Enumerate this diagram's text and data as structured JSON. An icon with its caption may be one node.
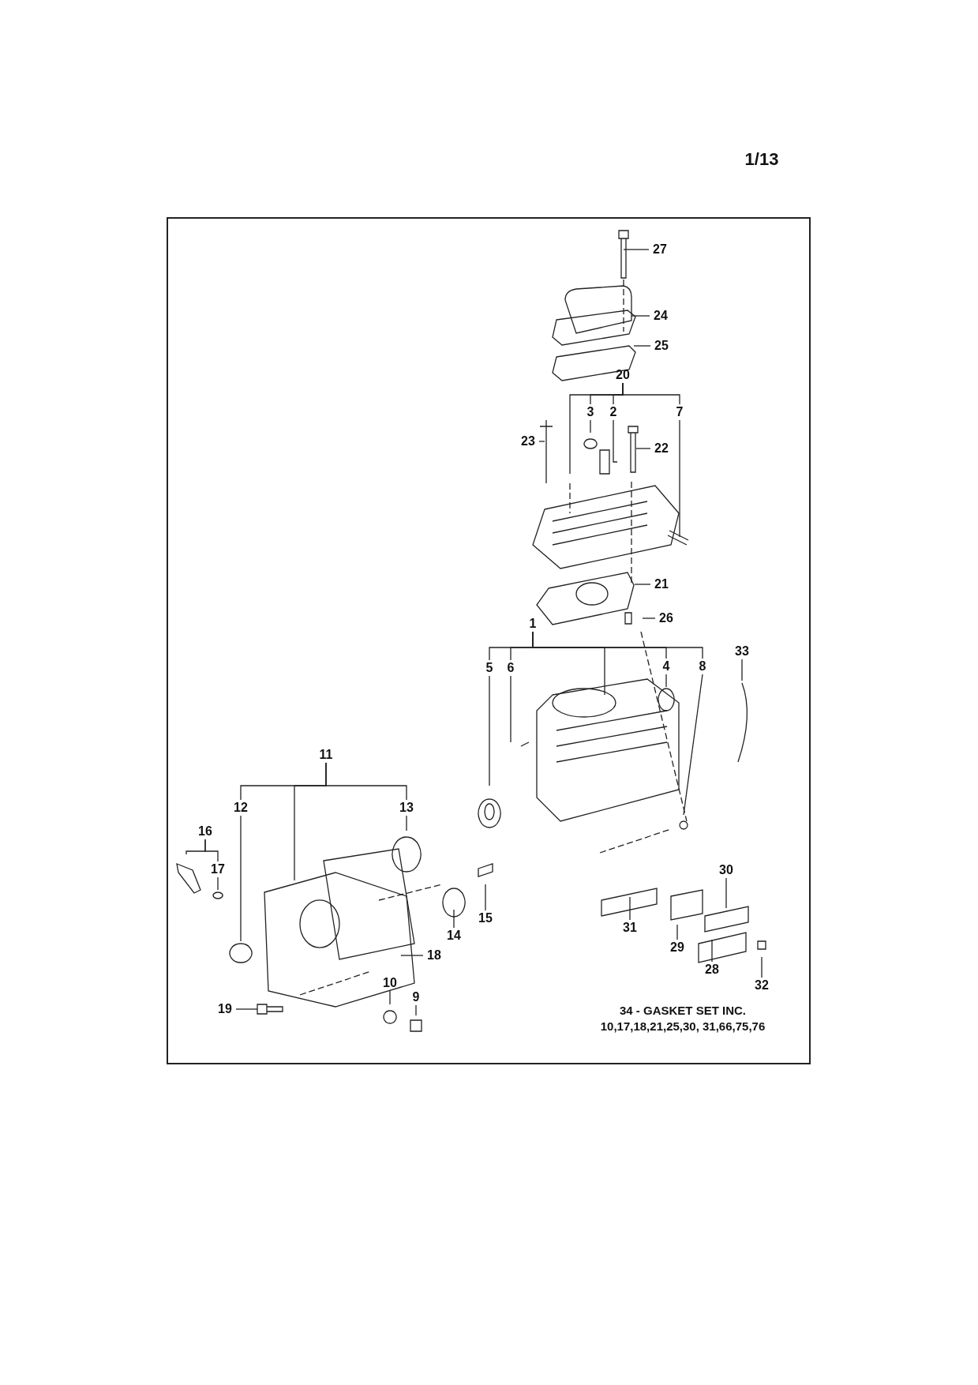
{
  "diagram": {
    "nodes": [
      {
        "text": [
          "27"
        ]
      },
      {
        "text": [
          "24"
        ]
      },
      {
        "text": [
          "25"
        ]
      },
      {
        "text": [
          "20"
        ]
      },
      {
        "text": [
          "3"
        ]
      },
      {
        "text": [
          "2"
        ]
      },
      {
        "text": [
          "7"
        ]
      },
      {
        "text": [
          "23"
        ]
      },
      {
        "text": [
          "22"
        ]
      },
      {
        "text": [
          "21"
        ]
      },
      {
        "text": [
          "26"
        ]
      },
      {
        "text": [
          "1"
        ]
      },
      {
        "text": [
          "5"
        ]
      },
      {
        "text": [
          "6"
        ]
      },
      {
        "text": [
          "4"
        ]
      },
      {
        "text": [
          "8"
        ]
      },
      {
        "text": [
          "33"
        ]
      },
      {
        "text": [
          "11"
        ]
      },
      {
        "text": [
          "12"
        ]
      },
      {
        "text": [
          "13"
        ]
      },
      {
        "text": [
          "16"
        ]
      },
      {
        "text": [
          "17"
        ]
      },
      {
        "text": [
          "15"
        ]
      },
      {
        "text": [
          "14"
        ]
      },
      {
        "text": [
          "18"
        ]
      },
      {
        "text": [
          "10"
        ]
      },
      {
        "text": [
          "9"
        ]
      },
      {
        "text": [
          "19"
        ]
      },
      {
        "text": [
          "30"
        ]
      },
      {
        "text": [
          "31"
        ]
      },
      {
        "text": [
          "29"
        ]
      },
      {
        "text": [
          "28"
        ]
      },
      {
        "text": [
          "32"
        ]
      }
    ],
    "edges": [
      {
        "from": 0,
        "to": null,
        "arrow": "none"
      },
      {
        "from": 1,
        "to": null,
        "arrow": "none"
      },
      {
        "from": 2,
        "to": null,
        "arrow": "none"
      },
      {
        "from": 3,
        "to": 4,
        "arrow": "none"
      },
      {
        "from": 3,
        "to": 5,
        "arrow": "none"
      },
      {
        "from": 3,
        "to": 6,
        "arrow": "none"
      },
      {
        "from": 3,
        "to": null,
        "arrow": "none"
      },
      {
        "from": 4,
        "to": null,
        "arrow": "none"
      },
      {
        "from": 5,
        "to": null,
        "arrow": "none"
      },
      {
        "from": 6,
        "to": null,
        "arrow": "none"
      },
      {
        "from": 7,
        "to": null,
        "arrow": "none"
      },
      {
        "from": 8,
        "to": null,
        "arrow": "none"
      },
      {
        "from": 9,
        "to": null,
        "arrow": "none"
      },
      {
        "from": 10,
        "to": null,
        "arrow": "none"
      },
      {
        "from": 11,
        "to": 12,
        "arrow": "none"
      },
      {
        "from": 11,
        "to": 13,
        "arrow": "none"
      },
      {
        "from": 11,
        "to": 14,
        "arrow": "none"
      },
      {
        "from": 11,
        "to": 15,
        "arrow": "none"
      },
      {
        "from": 11,
        "to": null,
        "arrow": "none"
      },
      {
        "from": 12,
        "to": null,
        "arrow": "none"
      },
      {
        "from": 13,
        "to": null,
        "arrow": "none"
      },
      {
        "from": 14,
        "to": null,
        "arrow": "none"
      },
      {
        "from": 15,
        "to": null,
        "arrow": "none"
      },
      {
        "from": 16,
        "to": null,
        "arrow": "none"
      },
      {
        "from": 17,
        "to": 18,
        "arrow": "none"
      },
      {
        "from": 17,
        "to": 19,
        "arrow": "none"
      },
      {
        "from": 17,
        "to": null,
        "arrow": "none"
      },
      {
        "from": 18,
        "to": null,
        "arrow": "none"
      },
      {
        "from": 19,
        "to": null,
        "arrow": "none"
      },
      {
        "from": 20,
        "to": 21,
        "arrow": "none"
      },
      {
        "from": 20,
        "to": null,
        "arrow": "none"
      },
      {
        "from": 21,
        "to": null,
        "arrow": "none"
      },
      {
        "from": 22,
        "to": null,
        "arrow": "none"
      },
      {
        "from": 23,
        "to": null,
        "arrow": "none"
      },
      {
        "from": 24,
        "to": null,
        "arrow": "none"
      },
      {
        "from": 25,
        "to": null,
        "arrow": "none"
      },
      {
        "from": 26,
        "to": null,
        "arrow": "none"
      },
      {
        "from": 27,
        "to": null,
        "arrow": "none"
      },
      {
        "from": 28,
        "to": null,
        "arrow": "none"
      },
      {
        "from": 29,
        "to": null,
        "arrow": "none"
      },
      {
        "from": 30,
        "to": null,
        "arrow": "none"
      },
      {
        "from": 31,
        "to": null,
        "arrow": "none"
      },
      {
        "from": 32,
        "to": null,
        "arrow": "none"
      }
    ],
    "labels": [
      "1/13",
      "34 - GASKET SET INC. 10,17,18,21,25,30, 31,66,75,76"
    ]
  }
}
